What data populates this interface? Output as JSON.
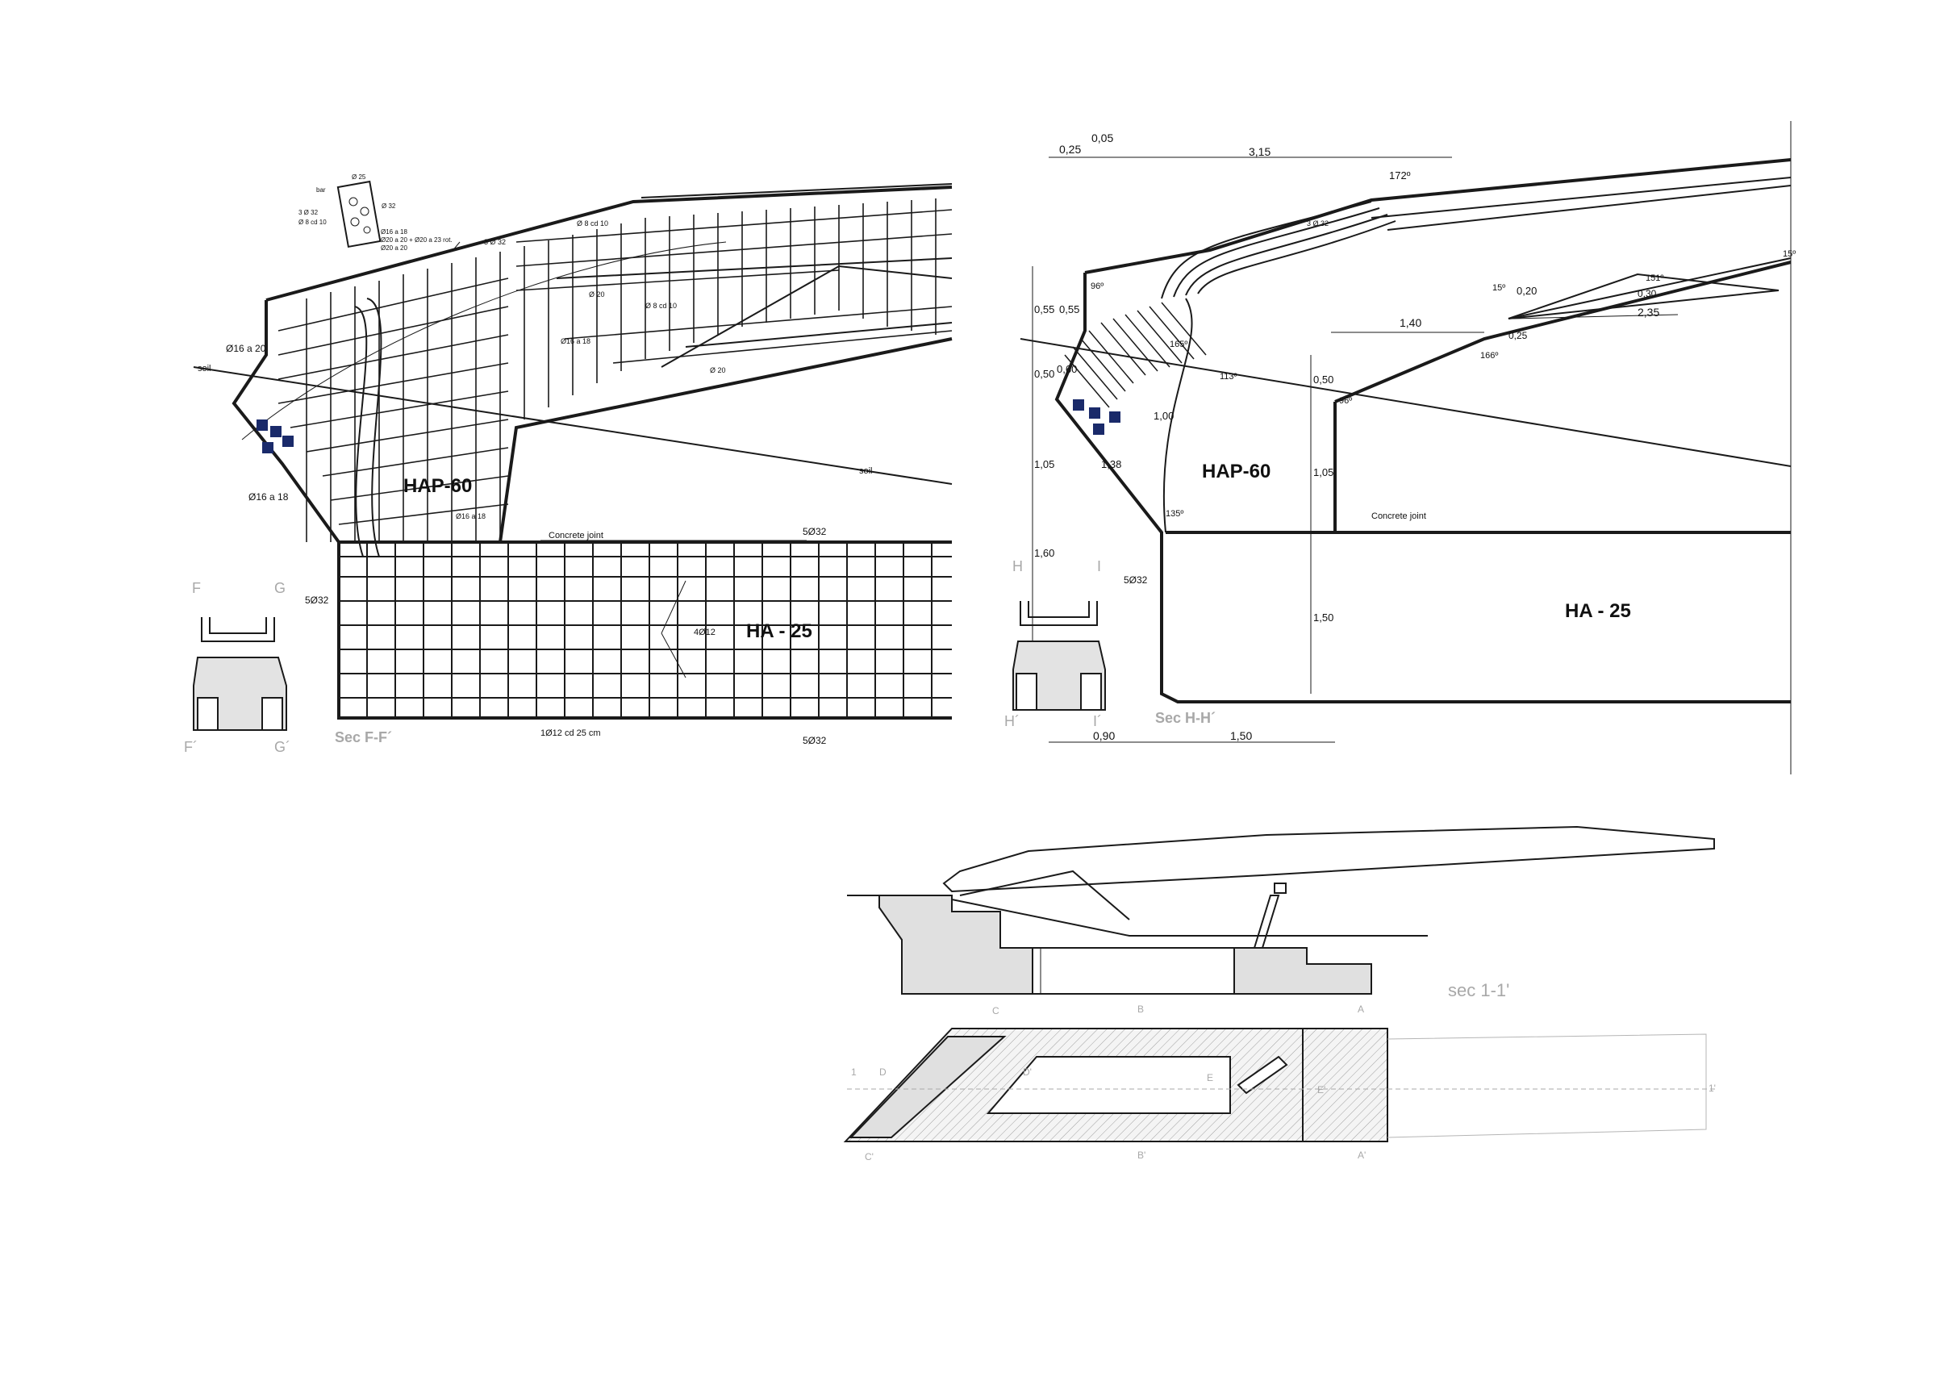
{
  "left_section": {
    "title": "Sec F-F´",
    "materials": {
      "upper": "HAP-60",
      "lower": "HA - 25"
    },
    "labels": {
      "soil_left": "soil",
      "soil_right": "soil",
      "concrete_joint": "Concrete joint",
      "bar_16a20": "Ø16 a 20",
      "bar_16a18": "Ø16 a 18",
      "bar_16a18_small": "Ø16 a 18",
      "bar_16a18_inner": "Ø16 a 18",
      "bar_3d32": "3 Ø 32",
      "bar_8cd10": "Ø 8 cd 10",
      "bar_20_a": "Ø 20",
      "bar_20_b": "Ø 20",
      "bar_8cd10_b": "Ø 8 cd 10",
      "bar_6d32_top": "5Ø32",
      "bar_6d32_side": "5Ø32",
      "bar_6d32_bottom": "5Ø32",
      "bar_4d12": "4Ø12",
      "bar_1d12": "1Ø12 cd 25 cm"
    },
    "detail_box": {
      "bar": "bar",
      "d25": "Ø 25",
      "d32": "Ø 32",
      "d3_32": "3 Ø 32",
      "d8cd10": "Ø 8 cd 10",
      "d16a18": "Ø16 a 18",
      "d20a20": "Ø20 a 20 + Ø20 a 23 rot.",
      "d20a20b": "Ø20 a 20"
    },
    "key": {
      "F": "F",
      "G": "G",
      "F2": "F´",
      "G2": "G´"
    }
  },
  "right_section": {
    "title": "Sec H-H´",
    "materials": {
      "upper": "HAP-60",
      "lower": "HA - 25"
    },
    "labels": {
      "concrete_joint": "Concrete joint",
      "bar_6d32": "5Ø32",
      "bar_3d32": "3 Ø 32"
    },
    "dimensions": {
      "top_025": "0,25",
      "top_005": "0,05",
      "top_315": "3,15",
      "angle_172": "172º",
      "angle_96": "96º",
      "angle_165": "165º",
      "angle_113": "113º",
      "angle_135": "135º",
      "angle_151": "151º",
      "angle_15": "15º",
      "angle_15b": "15º",
      "angle_166": "166º",
      "angle_96b": "96º",
      "v_055a": "0,55",
      "v_055b": "0,55",
      "v_050": "0,50",
      "v_060": "0,60",
      "v_105": "1,05",
      "v_160": "1,60",
      "v_100": "1,00",
      "v_138": "1,38",
      "v_050b": "0,50",
      "v_105b": "1,05",
      "v_150": "1,50",
      "h_140": "1,40",
      "h_020": "0,20",
      "h_030": "0,30",
      "h_025": "0,25",
      "h_235": "2,35",
      "b_090": "0,90",
      "b_150": "1,50"
    },
    "key": {
      "H": "H",
      "I": "I",
      "H2": "H´",
      "I2": "I´"
    }
  },
  "bottom": {
    "title": "sec 1-1'",
    "markers": {
      "A": "A",
      "B": "B",
      "C": "C",
      "A2": "A'",
      "B2": "B'",
      "C2": "C'",
      "D": "D",
      "D2": "D'",
      "E": "E",
      "E2": "E'",
      "one": "1",
      "one2": "1'"
    }
  }
}
